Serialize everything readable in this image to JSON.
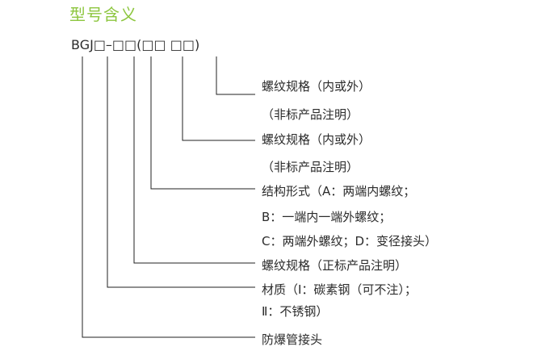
{
  "header": {
    "title": "型号含义",
    "title_color": "#8dc63f"
  },
  "model_code": "BGJ□–□□(□□ □□)",
  "line_color": "#222222",
  "descriptions": [
    "螺纹规格（内或外）",
    "（非标产品注明）",
    "螺纹规格（内或外）",
    "（非标产品注明）",
    "结构形式（A：两端内螺纹；",
    "B：一端内一端外螺纹；",
    "C：两端外螺纹；D：变径接头）",
    "螺纹规格（正标产品注明）",
    "材质（Ⅰ：碳素钢（可不注）；",
    "Ⅱ：不锈钢）",
    "防爆管接头"
  ]
}
